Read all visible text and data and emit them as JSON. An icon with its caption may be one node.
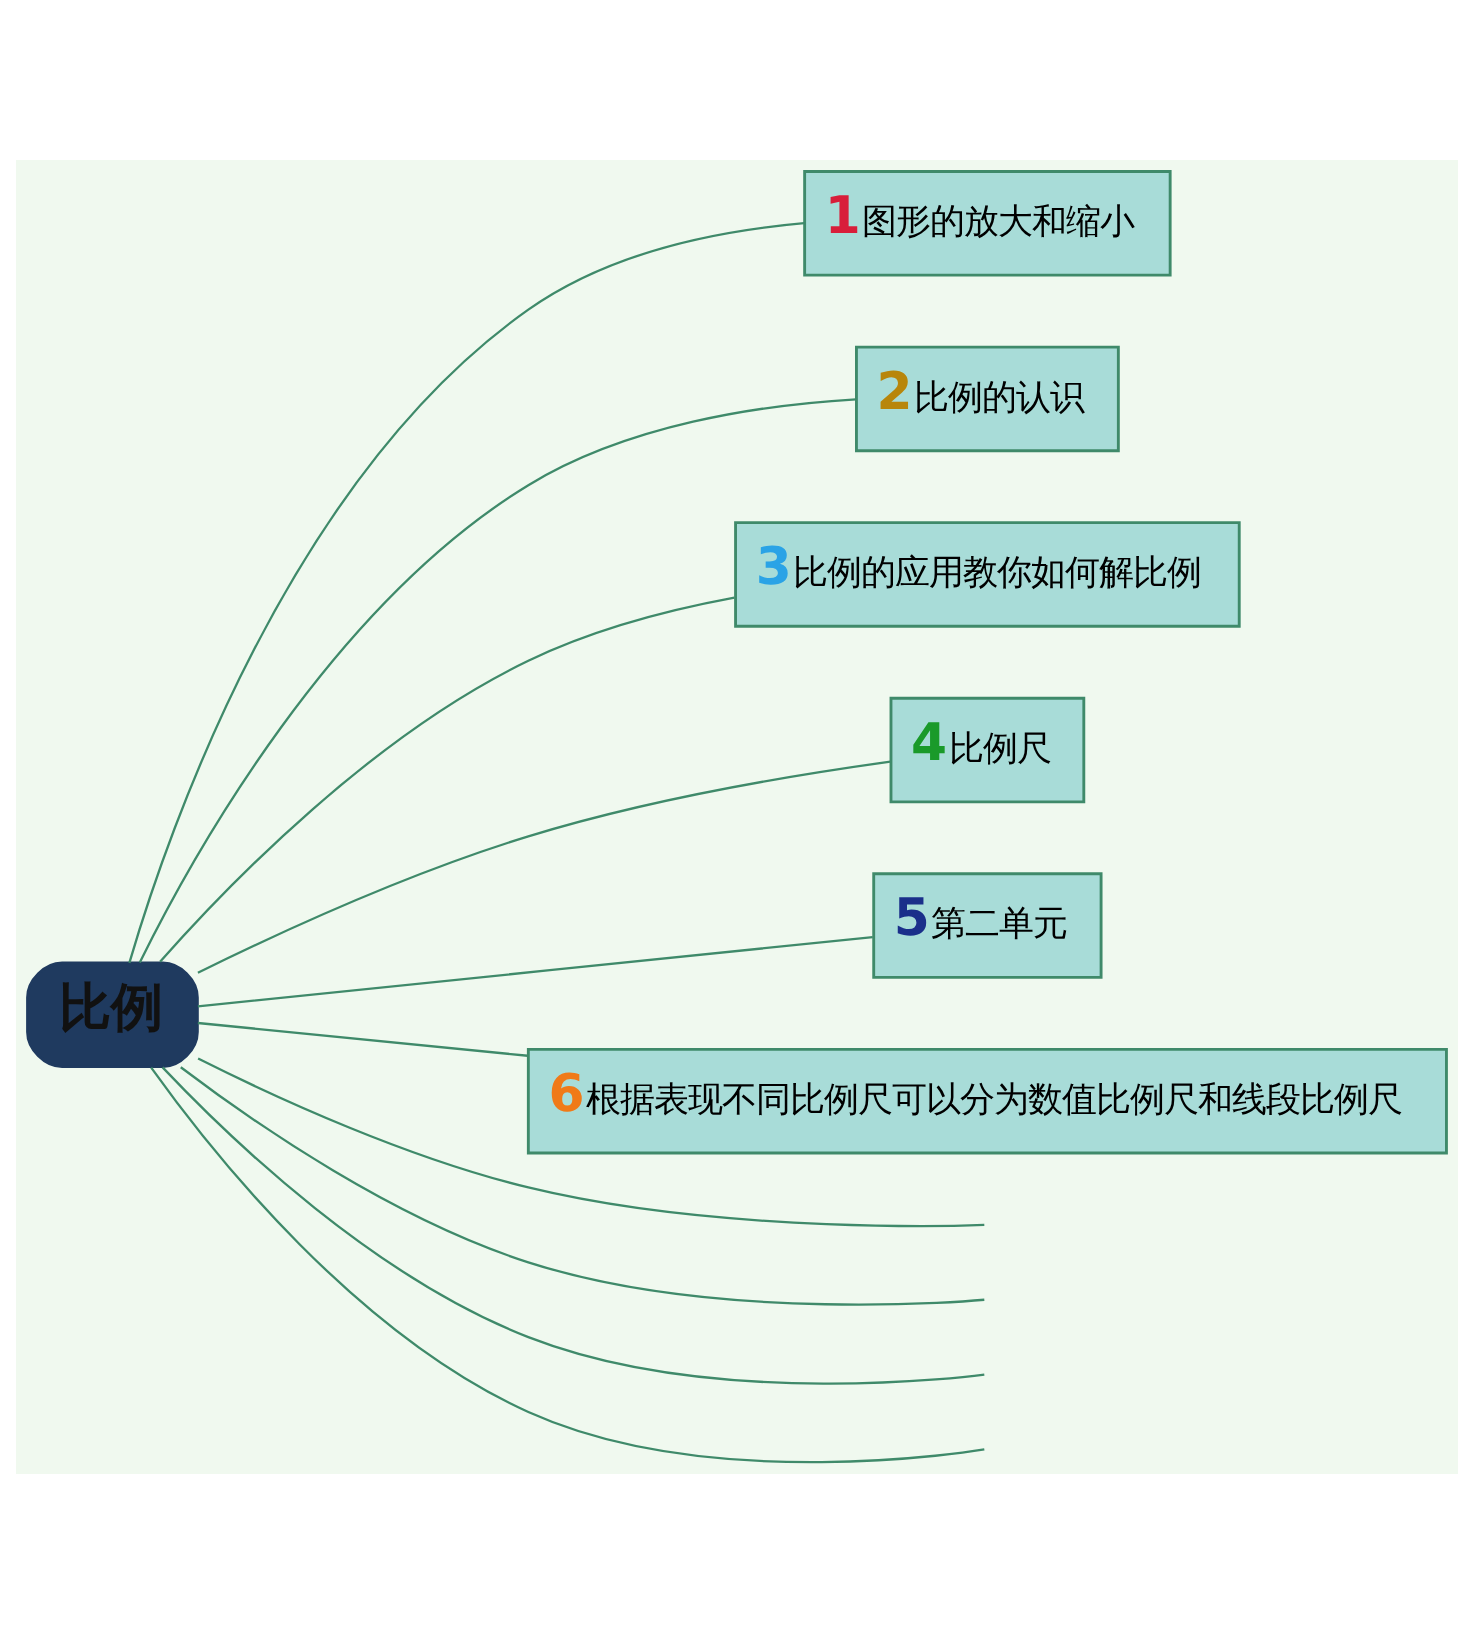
{
  "diagram": {
    "nodes": [
      {
        "text": [
          "比例"
        ]
      },
      {
        "text": [
          "1",
          "图形的放大和缩小"
        ]
      },
      {
        "text": [
          "2",
          "比例的认识"
        ]
      },
      {
        "text": [
          "3",
          "比例的应用教你如何解比例"
        ]
      },
      {
        "text": [
          "4",
          "比例尺"
        ]
      },
      {
        "text": [
          "5",
          "第二单元"
        ]
      },
      {
        "text": [
          "6",
          "根据表现不同比例尺可以分为数值比例尺和线段比例尺"
        ]
      }
    ],
    "edges": [
      {
        "from": 0,
        "to": 1,
        "arrow": "none"
      },
      {
        "from": 0,
        "to": 2,
        "arrow": "none"
      },
      {
        "from": 0,
        "to": 3,
        "arrow": "none"
      },
      {
        "from": 0,
        "to": 4,
        "arrow": "none"
      },
      {
        "from": 0,
        "to": 5,
        "arrow": "none"
      },
      {
        "from": 0,
        "to": 6,
        "arrow": "none"
      },
      {
        "from": 0,
        "to": null,
        "arrow": "none"
      },
      {
        "from": 0,
        "to": null,
        "arrow": "none"
      },
      {
        "from": 0,
        "to": null,
        "arrow": "none"
      },
      {
        "from": 0,
        "to": null,
        "arrow": "none"
      }
    ]
  }
}
